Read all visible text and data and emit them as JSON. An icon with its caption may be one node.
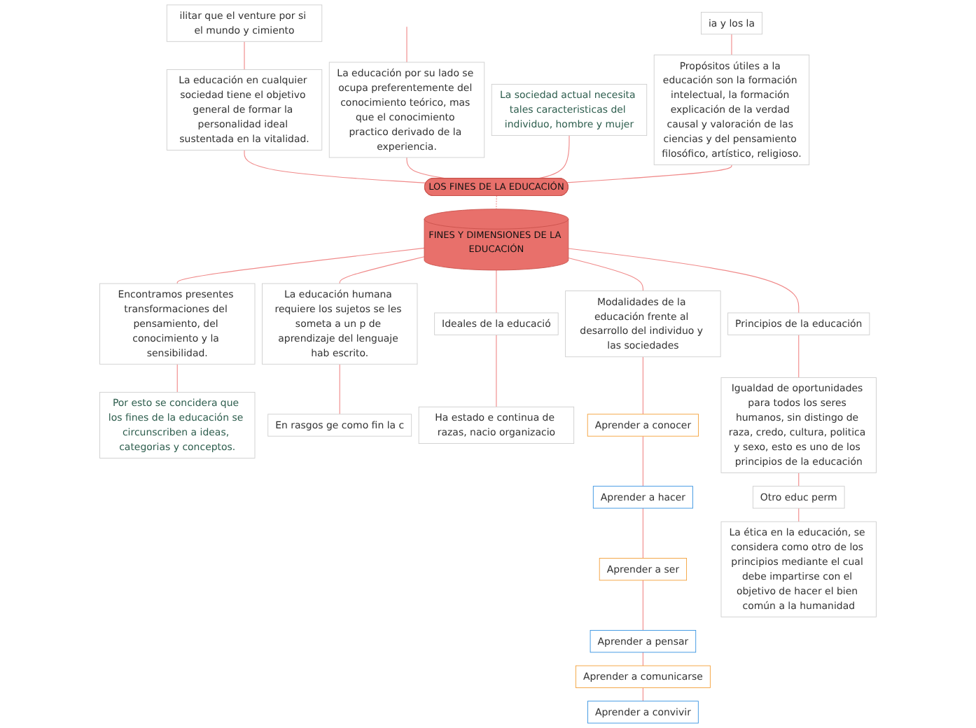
{
  "diagram": {
    "nodes": [
      {
        "text": [
          "LOS FINES DE LA EDUCACIÓN"
        ]
      },
      {
        "text": [
          "FINES Y DIMENSIONES DE LA EDUCACIÓN"
        ]
      },
      {
        "text": [
          "ilitar que el venture por si el mundo y cimiento"
        ]
      },
      {
        "text": [
          "La educación en cualquier sociedad tiene el objetivo general de formar la personalidad ideal sustentada en la vitalidad."
        ]
      },
      {
        "text": [
          "La educación por su lado se ocupa preferentemente del conocimiento teórico, mas que el conocimiento practico derivado de la experiencia."
        ]
      },
      {
        "text": [
          "La sociedad actual necesita tales caracteristicas del individuo, hombre y mujer"
        ]
      },
      {
        "text": [
          "Propósitos útiles a la educación son la formación intelectual, la formación explicación de la verdad causal y valoración de las ciencias y del pensamiento filosófico, artístico, religioso."
        ]
      },
      {
        "text": [
          "ia y los la"
        ]
      },
      {
        "text": [
          "Por esto se concidera que los fines de la educación se circunscriben a ideas, categorias y conceptos."
        ]
      },
      {
        "text": [
          "Encontramos presentes transformaciones del pensamiento, del conocimiento y la sensibilidad."
        ]
      },
      {
        "text": [
          "En rasgos ge como fin la c"
        ]
      },
      {
        "text": [
          "La educación humana requiere los sujetos se les someta a un p de aprendizaje del lenguaje hab escrito."
        ]
      },
      {
        "text": [
          "Ideales de la educació"
        ]
      },
      {
        "text": [
          "Ha estado e continua de razas, nacio organizacio"
        ]
      },
      {
        "text": [
          "Modalidades de la educación frente al desarrollo del individuo y las sociedades"
        ]
      },
      {
        "text": [
          "Aprender a conocer"
        ]
      },
      {
        "text": [
          "Aprender a hacer"
        ]
      },
      {
        "text": [
          "Aprender a ser"
        ]
      },
      {
        "text": [
          "Aprender a pensar"
        ]
      },
      {
        "text": [
          "Aprender a comunicarse"
        ]
      },
      {
        "text": [
          "Aprender a convivir"
        ]
      },
      {
        "text": [
          "Principios de la educación"
        ]
      },
      {
        "text": [
          "Igualdad de oportunidades para todos los seres humanos, sin distingo de raza, credo, cultura, politica y sexo, esto es uno de los principios de la educación"
        ]
      },
      {
        "text": [
          "Otro educ perm"
        ]
      },
      {
        "text": [
          "La ética en la educación, se considera como otro de los principios mediante el cual debe impartirse con el objetivo de hacer el bien común a la humanidad"
        ]
      }
    ],
    "edges": [
      {
        "from": 0,
        "to": 1,
        "arrow": "none",
        "style": "dashed"
      },
      {
        "from": 0,
        "to": 3,
        "arrow": "none"
      },
      {
        "from": 3,
        "to": 2,
        "arrow": "none"
      },
      {
        "from": 0,
        "to": 4,
        "arrow": "none"
      },
      {
        "from": 4,
        "to": null,
        "arrow": "none"
      },
      {
        "from": 0,
        "to": 5,
        "arrow": "none"
      },
      {
        "from": 0,
        "to": 6,
        "arrow": "none"
      },
      {
        "from": 6,
        "to": 7,
        "arrow": "none"
      },
      {
        "from": 1,
        "to": 9,
        "arrow": "none"
      },
      {
        "from": 9,
        "to": 8,
        "arrow": "none"
      },
      {
        "from": 1,
        "to": 11,
        "arrow": "none"
      },
      {
        "from": 11,
        "to": 10,
        "arrow": "none"
      },
      {
        "from": 1,
        "to": 12,
        "arrow": "none"
      },
      {
        "from": 12,
        "to": 13,
        "arrow": "none"
      },
      {
        "from": 1,
        "to": 14,
        "arrow": "none"
      },
      {
        "from": 14,
        "to": 15,
        "arrow": "none"
      },
      {
        "from": 15,
        "to": 16,
        "arrow": "none"
      },
      {
        "from": 16,
        "to": 17,
        "arrow": "none"
      },
      {
        "from": 17,
        "to": 18,
        "arrow": "none"
      },
      {
        "from": 18,
        "to": 19,
        "arrow": "none"
      },
      {
        "from": 19,
        "to": 20,
        "arrow": "none"
      },
      {
        "from": 1,
        "to": 21,
        "arrow": "none"
      },
      {
        "from": 21,
        "to": 22,
        "arrow": "none"
      },
      {
        "from": 22,
        "to": 23,
        "arrow": "none"
      },
      {
        "from": 23,
        "to": 24,
        "arrow": "none"
      }
    ]
  }
}
